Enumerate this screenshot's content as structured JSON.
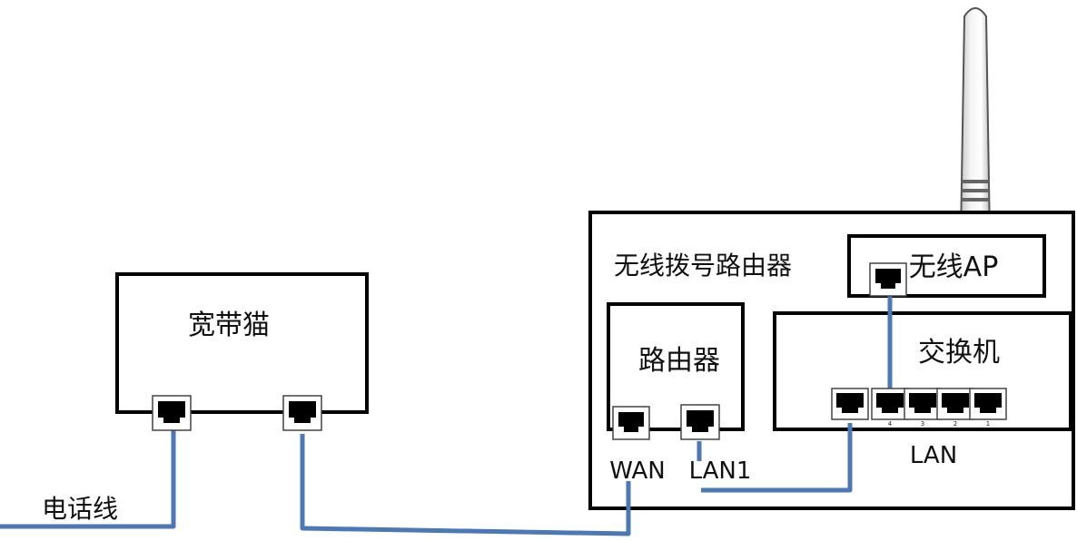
{
  "diagram": {
    "title": "无线拨号路由器",
    "nodes": {
      "modem": {
        "label": "宽带猫"
      },
      "router": {
        "label": "路由器"
      },
      "switch": {
        "label": "交换机"
      },
      "ap": {
        "label": "无线AP"
      }
    },
    "port_labels": {
      "wan": "WAN",
      "lan1": "LAN1",
      "lan": "LAN"
    },
    "switch_ports": [
      "4",
      "3",
      "2",
      "1"
    ],
    "phone_line": "电话线",
    "colors": {
      "cable": "#4a78b8",
      "outline": "#000000"
    }
  }
}
